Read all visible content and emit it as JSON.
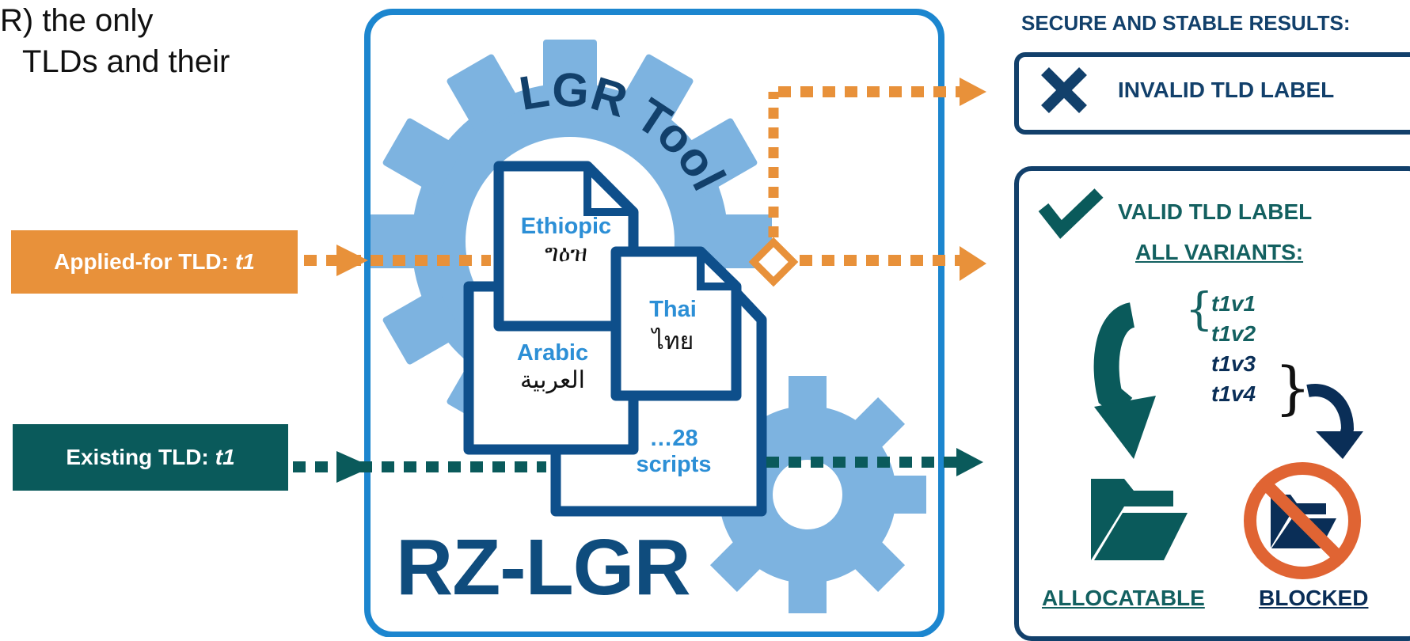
{
  "intro": {
    "line1": "R) the only",
    "line2": "TLDs and their"
  },
  "inputs": {
    "applied_label": "Applied-for TLD:",
    "applied_var": "t1",
    "existing_label": "Existing TLD:",
    "existing_var": "t1"
  },
  "tool": {
    "gear_label": "LGR Tool",
    "title": "RZ-LGR",
    "documents": [
      {
        "script": "Ethiopic",
        "native": "ግዕዝ"
      },
      {
        "script": "Thai",
        "native": "ไทย"
      },
      {
        "script": "Arabic",
        "native": "العربية"
      },
      {
        "script": "…28",
        "native": "scripts"
      }
    ]
  },
  "results": {
    "heading": "SECURE AND STABLE RESULTS:",
    "invalid_label": "INVALID TLD LABEL",
    "valid_label": "VALID TLD LABEL",
    "variants_heading": "ALL VARIANTS:",
    "variants": [
      "t1v1",
      "t1v2",
      "t1v3",
      "t1v4"
    ],
    "allocatable_label": "ALLOCATABLE",
    "blocked_label": "BLOCKED"
  },
  "colors": {
    "orange": "#E8913A",
    "teal": "#0A5A5B",
    "navy": "#12406B",
    "light_blue_gear": "#7DB3E0",
    "frame_blue": "#1C86CF",
    "blocked_red": "#E06433"
  },
  "icons": [
    "x-icon",
    "checkmark-icon",
    "folder-open-icon",
    "blocked-folder-icon",
    "gear-icon",
    "document-icon",
    "curved-arrow-icon"
  ]
}
